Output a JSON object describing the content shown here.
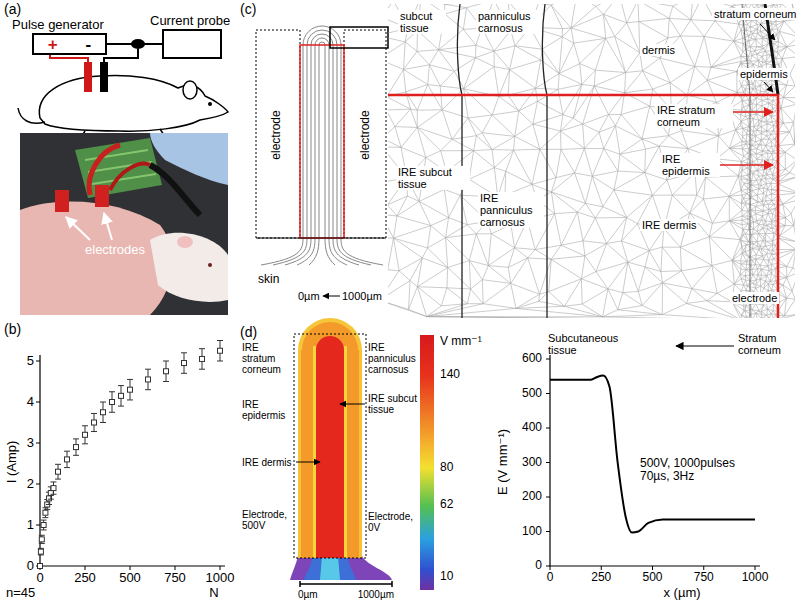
{
  "diagram": {
    "nodes": [
      {
        "text": [
          "Pulse generator",
          "+",
          "-"
        ]
      },
      {
        "text": [
          "Current probe"
        ]
      }
    ],
    "edges": [
      {
        "from": 0,
        "to": 1,
        "arrow": "none"
      }
    ],
    "labels": [
      "(a)",
      "electrodes",
      "(b)",
      "I (Amp)",
      "0",
      "1",
      "2",
      "3",
      "4",
      "5",
      "0",
      "250",
      "500",
      "750",
      "1000",
      "N",
      "n=45",
      "(c)",
      "electrode",
      "electrode",
      "skin",
      "0µm",
      "1000µm",
      "subcut tissue",
      "panniculus carnosus",
      "dermis",
      "stratum corneum",
      "epidermis",
      "IRE stratum corneum",
      "IRE epidermis",
      "IRE subcut tissue",
      "IRE panniculus carnosus",
      "IRE dermis",
      "electrode",
      "(d)",
      "IRE stratum corneum",
      "IRE panniculus carnosus",
      "IRE epidermis",
      "IRE subcut tissue",
      "IRE dermis",
      "Electrode, 500V",
      "Electrode, 0V",
      "0µm",
      "1000µm",
      "V mm⁻¹",
      "140",
      "80",
      "62",
      "10",
      "E (V mm⁻¹)",
      "0",
      "100",
      "200",
      "300",
      "400",
      "500",
      "600",
      "0",
      "250",
      "500",
      "750",
      "1000",
      "x (µm)",
      "Subcutaneous tissue",
      "Stratum corneum",
      "500V, 1000pulses 70µs, 3Hz"
    ]
  }
}
